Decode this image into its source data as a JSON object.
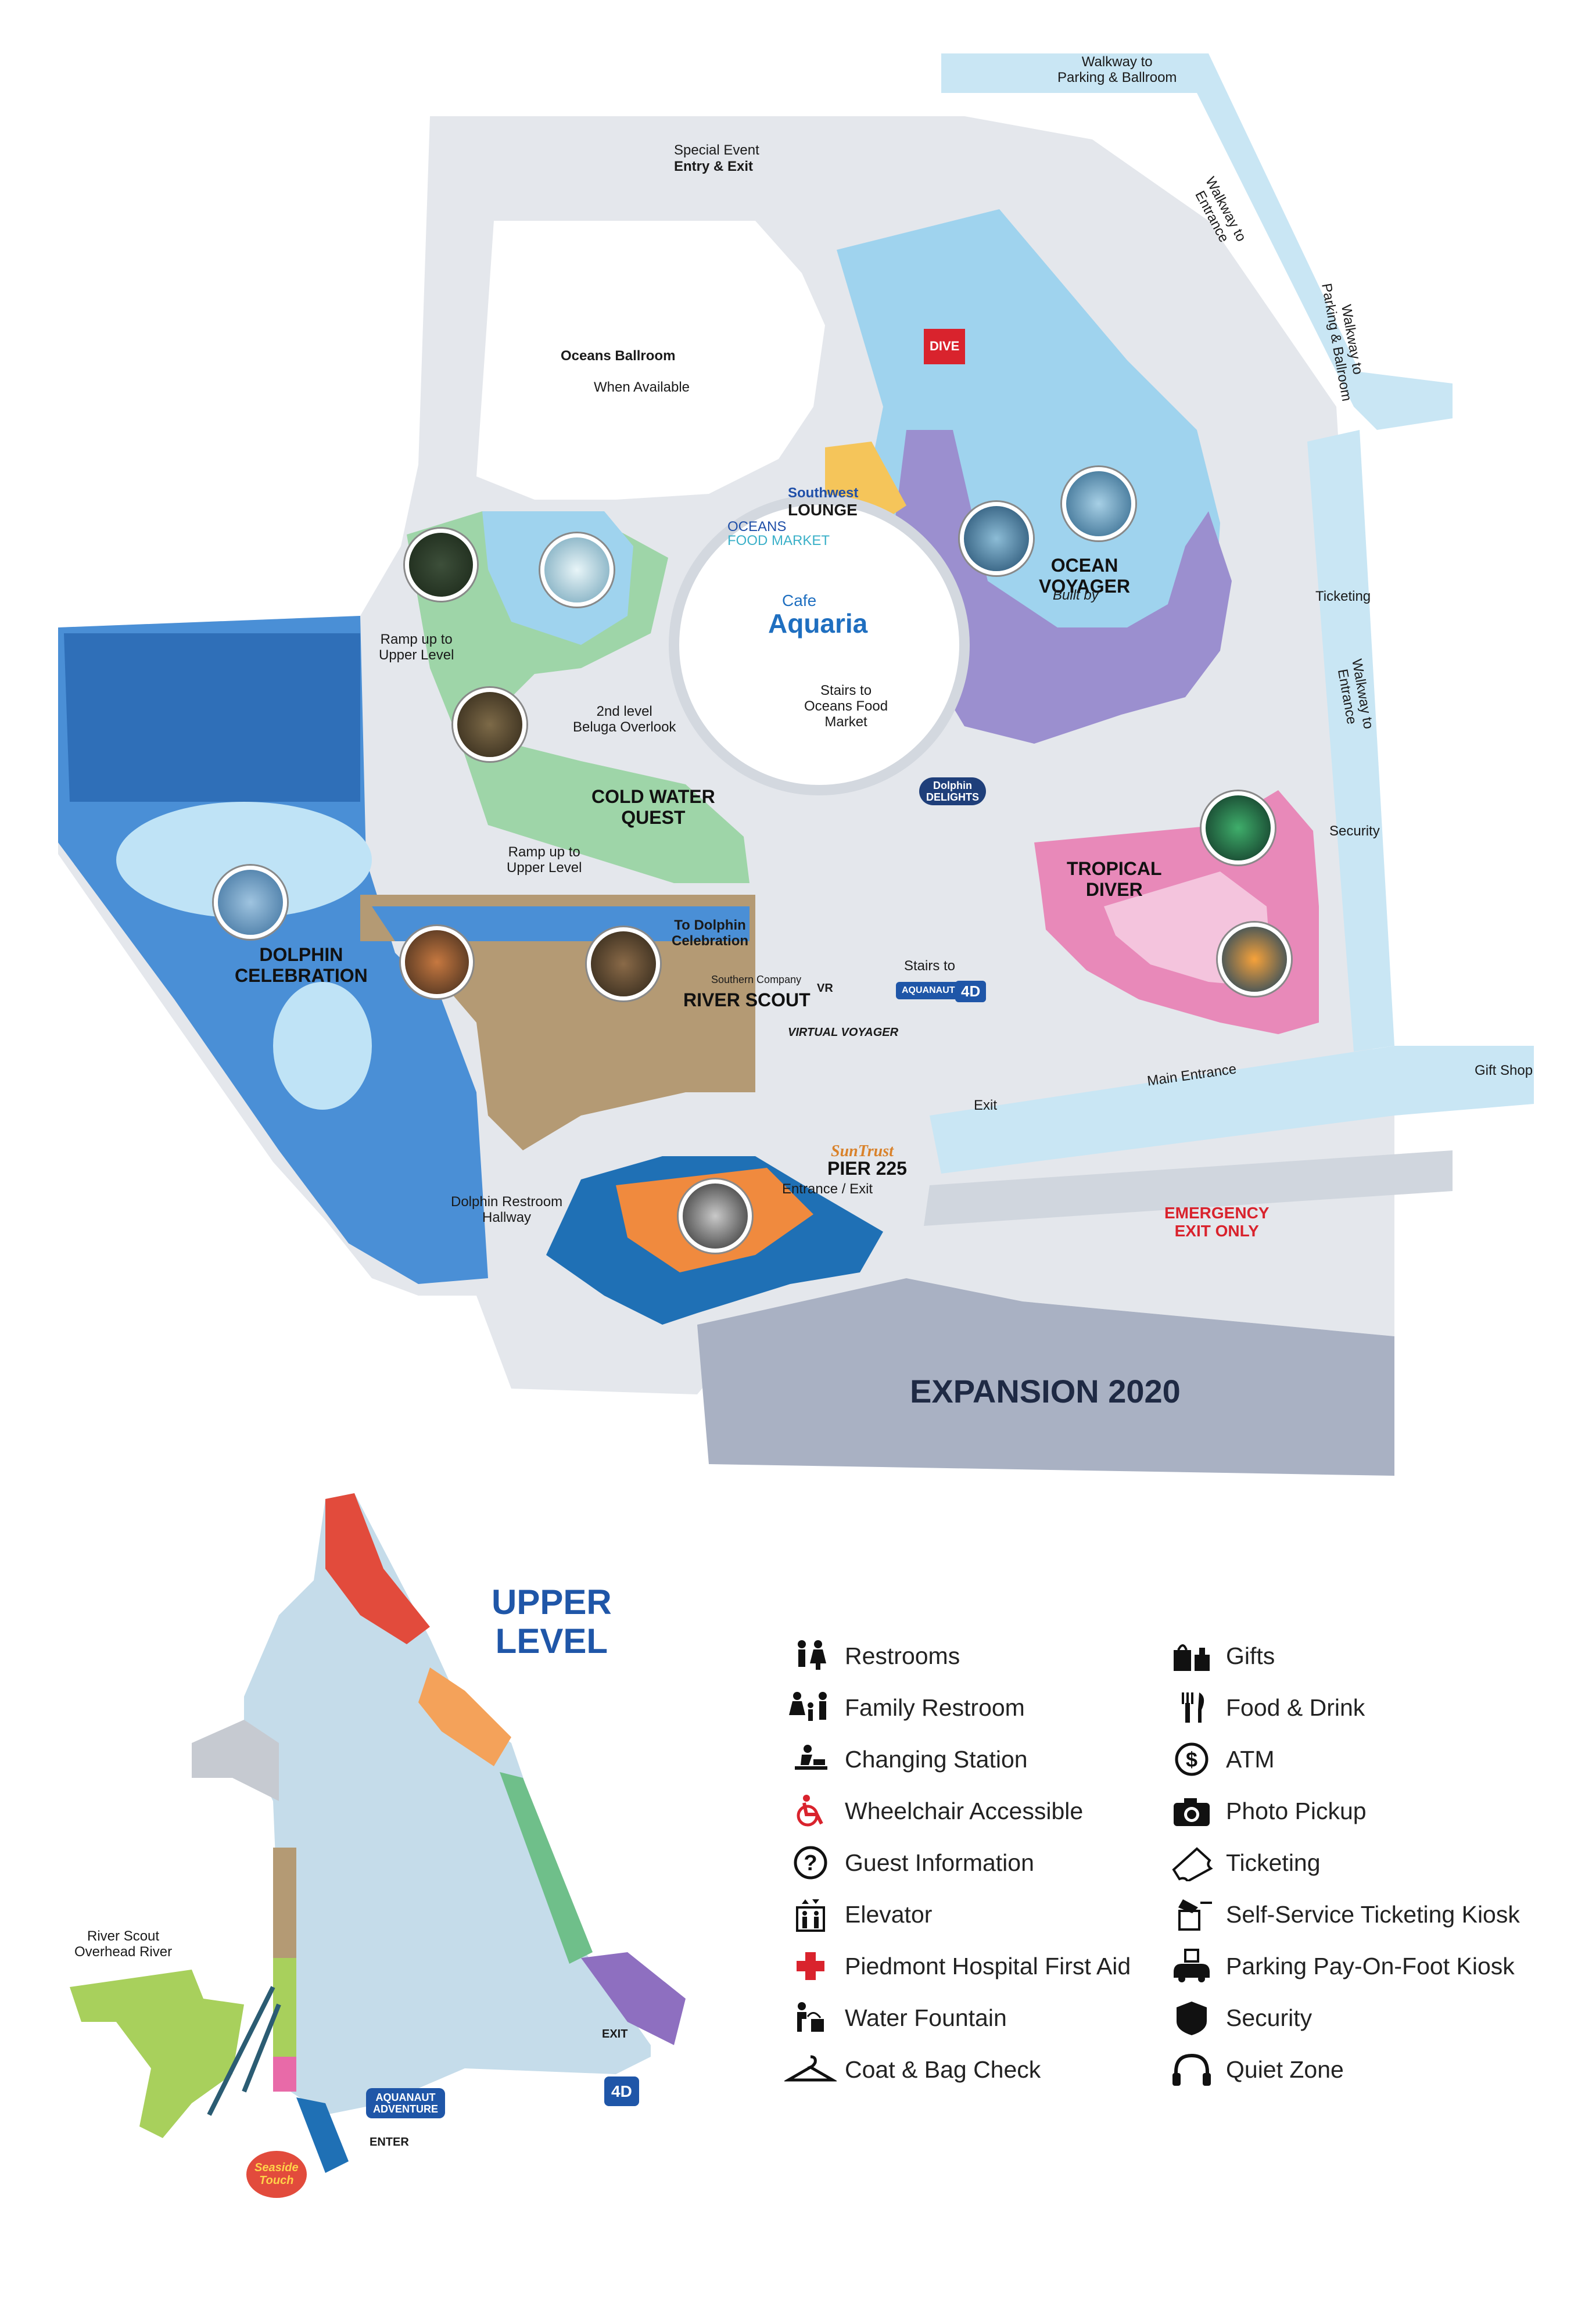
{
  "colors": {
    "building": "#e4e7ec",
    "walkway": "#c9e6f4",
    "ocean": "#9fd3ee",
    "dolphin": "#4a8fd6",
    "coldwater": "#9ed5a8",
    "river": "#b49a74",
    "tropical": "#e889b9",
    "pier": "#f08a3e",
    "expansion": "#a9b1c3",
    "purple": "#9b8fcf",
    "accent_red": "#d9232d",
    "accent_blue": "#1f56a8"
  },
  "labels": {
    "walkway_parking_ballroom_top": "Walkway to\nParking & Ballroom",
    "walkway_entrance_1": "Walkway to\nEntrance",
    "walkway_parking_ballroom_side": "Walkway to\nParking & Ballroom",
    "special_event": "Special Event",
    "entry_exit": "Entry & Exit",
    "oceans_ballroom": "Oceans Ballroom",
    "when_available": "When Available",
    "southwest": "Southwest",
    "lounge": "LOUNGE",
    "oceans": "OCEANS",
    "food_market": "FOOD MARKET",
    "cafe": "Cafe",
    "aquaria": "Aquaria",
    "stairs_oceans_food": "Stairs to\nOceans Food\nMarket",
    "ocean_voyager": "OCEAN\nVOYAGER",
    "built_by": "Built by",
    "ticketing": "Ticketing",
    "walkway_entrance_2": "Walkway to\nEntrance",
    "security": "Security",
    "ramp_upper_1": "Ramp up to\nUpper Level",
    "second_level": "2nd level\nBeluga Overlook",
    "cold_water_quest": "COLD WATER\nQUEST",
    "ramp_upper_2": "Ramp up to\nUpper Level",
    "dolphin_celebration": "DOLPHIN\nCELEBRATION",
    "to_dolphin": "To Dolphin\nCelebration",
    "southern_company": "Southern Company",
    "river_scout": "RIVER SCOUT",
    "virtual_voyager": "VIRTUAL VOYAGER",
    "vr": "VR",
    "dolphin_delights": "Dolphin\nDELIGHTS",
    "stairs_to": "Stairs to",
    "aquanaut_small": "AQUANAUT",
    "theater_4d": "4D",
    "tropical_diver": "TROPICAL\nDIVER",
    "main_entrance": "Main Entrance",
    "gift_shop": "Gift Shop",
    "exit": "Exit",
    "suntrust": "SunTrust",
    "pier_225": "PIER 225",
    "entrance_exit": "Entrance / Exit",
    "dolphin_restroom": "Dolphin Restroom\nHallway",
    "emergency": "EMERGENCY\nEXIT ONLY",
    "expansion": "EXPANSION 2020",
    "upper_level": "UPPER\nLEVEL",
    "river_scout_overhead": "River Scout\nOverhead River",
    "upper_exit": "EXIT",
    "enter": "ENTER",
    "aquanaut_adventure": "AQUANAUT\nADVENTURE",
    "seaside_touch": "Seaside\nTouch",
    "dive": "DIVE"
  },
  "legend": {
    "left": [
      {
        "icon": "restrooms-icon",
        "label": "Restrooms"
      },
      {
        "icon": "family-restroom-icon",
        "label": "Family Restroom"
      },
      {
        "icon": "changing-station-icon",
        "label": "Changing Station"
      },
      {
        "icon": "wheelchair-icon",
        "label": "Wheelchair Accessible"
      },
      {
        "icon": "guest-information-icon",
        "label": "Guest Information"
      },
      {
        "icon": "elevator-icon",
        "label": "Elevator"
      },
      {
        "icon": "first-aid-icon",
        "label": "Piedmont Hospital First Aid"
      },
      {
        "icon": "water-fountain-icon",
        "label": "Water Fountain"
      },
      {
        "icon": "coat-check-icon",
        "label": "Coat & Bag Check"
      }
    ],
    "right": [
      {
        "icon": "gifts-icon",
        "label": "Gifts"
      },
      {
        "icon": "food-drink-icon",
        "label": "Food & Drink"
      },
      {
        "icon": "atm-icon",
        "label": "ATM"
      },
      {
        "icon": "camera-icon",
        "label": "Photo Pickup"
      },
      {
        "icon": "ticket-icon",
        "label": "Ticketing"
      },
      {
        "icon": "ticket-kiosk-icon",
        "label": "Self-Service Ticketing Kiosk"
      },
      {
        "icon": "parking-kiosk-icon",
        "label": "Parking Pay-On-Foot Kiosk"
      },
      {
        "icon": "security-icon",
        "label": "Security"
      },
      {
        "icon": "headphones-icon",
        "label": "Quiet Zone"
      }
    ]
  }
}
